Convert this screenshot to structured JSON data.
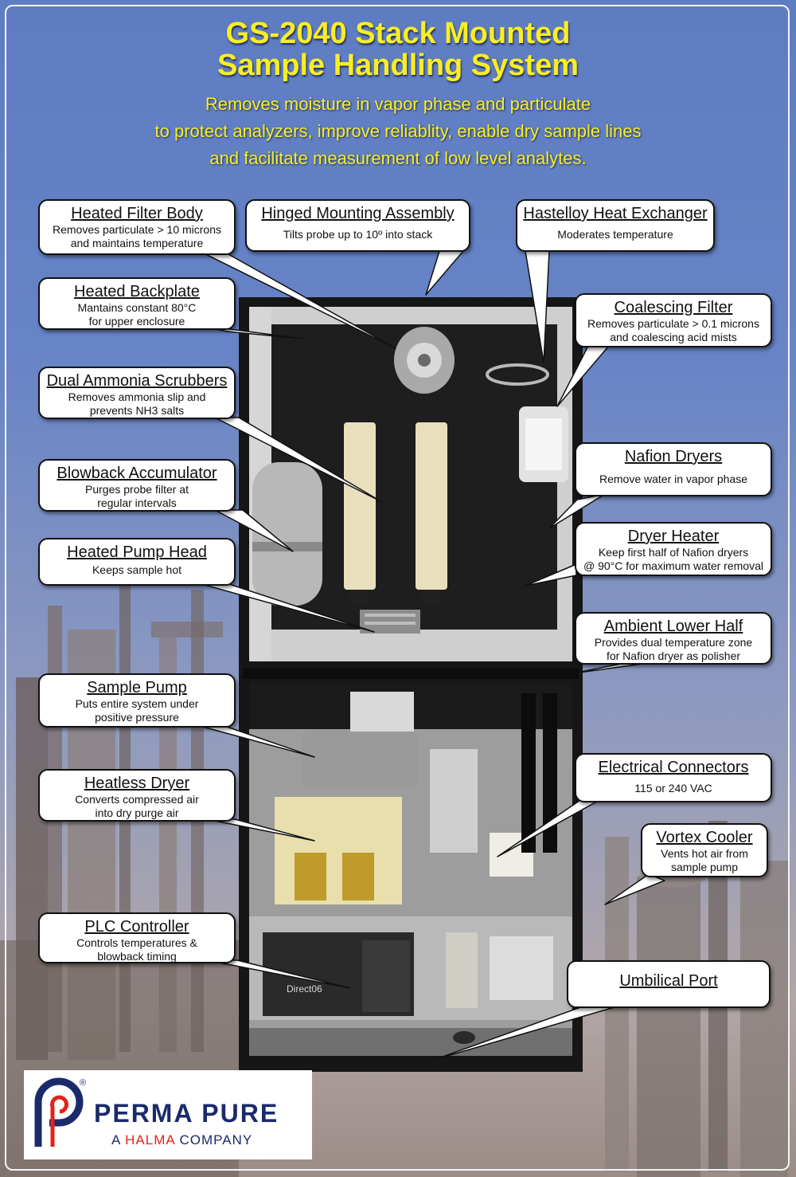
{
  "header": {
    "title_line1": "GS-2040 Stack Mounted",
    "title_line2": "Sample Handling System",
    "subtitle_line1": "Removes moisture in vapor phase and particulate",
    "subtitle_line2": "to protect analyzers, improve reliablity, enable dry sample lines",
    "subtitle_line3": "and facilitate measurement of low level analytes."
  },
  "callouts": {
    "heated_filter_body": {
      "title": "Heated Filter Body",
      "line1": "Removes particulate > 10 microns",
      "line2": "and maintains temperature"
    },
    "hinged_mounting_assembly": {
      "title": "Hinged Mounting Assembly",
      "line1": "Tilts probe up to 10º into stack"
    },
    "hastelloy_heat_exchanger": {
      "title": "Hastelloy Heat Exchanger",
      "line1": "Moderates temperature"
    },
    "heated_backplate": {
      "title": "Heated Backplate",
      "line1": "Mantains constant 80°C",
      "line2": "for upper enclosure"
    },
    "coalescing_filter": {
      "title": "Coalescing Filter",
      "line1": "Removes particulate > 0.1 microns",
      "line2": "and coalescing acid mists"
    },
    "dual_ammonia_scrubbers": {
      "title": "Dual Ammonia Scrubbers",
      "line1": "Removes ammonia slip and",
      "line2": "prevents NH3 salts"
    },
    "nafion_dryers": {
      "title": "Nafion Dryers",
      "line1": "Remove water in vapor phase"
    },
    "blowback_accumulator": {
      "title": "Blowback Accumulator",
      "line1": "Purges probe filter at",
      "line2": "regular intervals"
    },
    "dryer_heater": {
      "title": "Dryer Heater",
      "line1": "Keep first half of Nafion dryers",
      "line2": "@ 90°C for maximum water removal"
    },
    "heated_pump_head": {
      "title": "Heated Pump Head",
      "line1": "Keeps sample hot"
    },
    "ambient_lower_half": {
      "title": "Ambient Lower Half",
      "line1": "Provides dual temperature zone",
      "line2": "for Nafion dryer as polisher"
    },
    "sample_pump": {
      "title": "Sample Pump",
      "line1": "Puts entire system under",
      "line2": "positive pressure"
    },
    "electrical_connectors": {
      "title": "Electrical Connectors",
      "line1": "115 or 240 VAC"
    },
    "heatless_dryer": {
      "title": "Heatless Dryer",
      "line1": "Converts compressed air",
      "line2": "into dry purge air"
    },
    "vortex_cooler": {
      "title": "Vortex Cooler",
      "line1": "Vents hot air from",
      "line2": "sample pump"
    },
    "plc_controller": {
      "title": "PLC Controller",
      "line1": "Controls temperatures &",
      "line2": "blowback timing"
    },
    "umbilical_port": {
      "title": "Umbilical Port"
    }
  },
  "photo": {
    "device_labels": {
      "plc_brand": "Direct06"
    }
  },
  "logo": {
    "registered_mark": "®",
    "company": "PERMA PURE",
    "tagline_a": "A",
    "tagline_halma": "HALMA",
    "tagline_company": "COMPANY",
    "colors": {
      "navy": "#1b2a6b",
      "red": "#e2231a"
    }
  },
  "colors": {
    "title_yellow": "#f8ee22",
    "sky_blue": "#6482c4",
    "enclosure_black": "#161616"
  }
}
